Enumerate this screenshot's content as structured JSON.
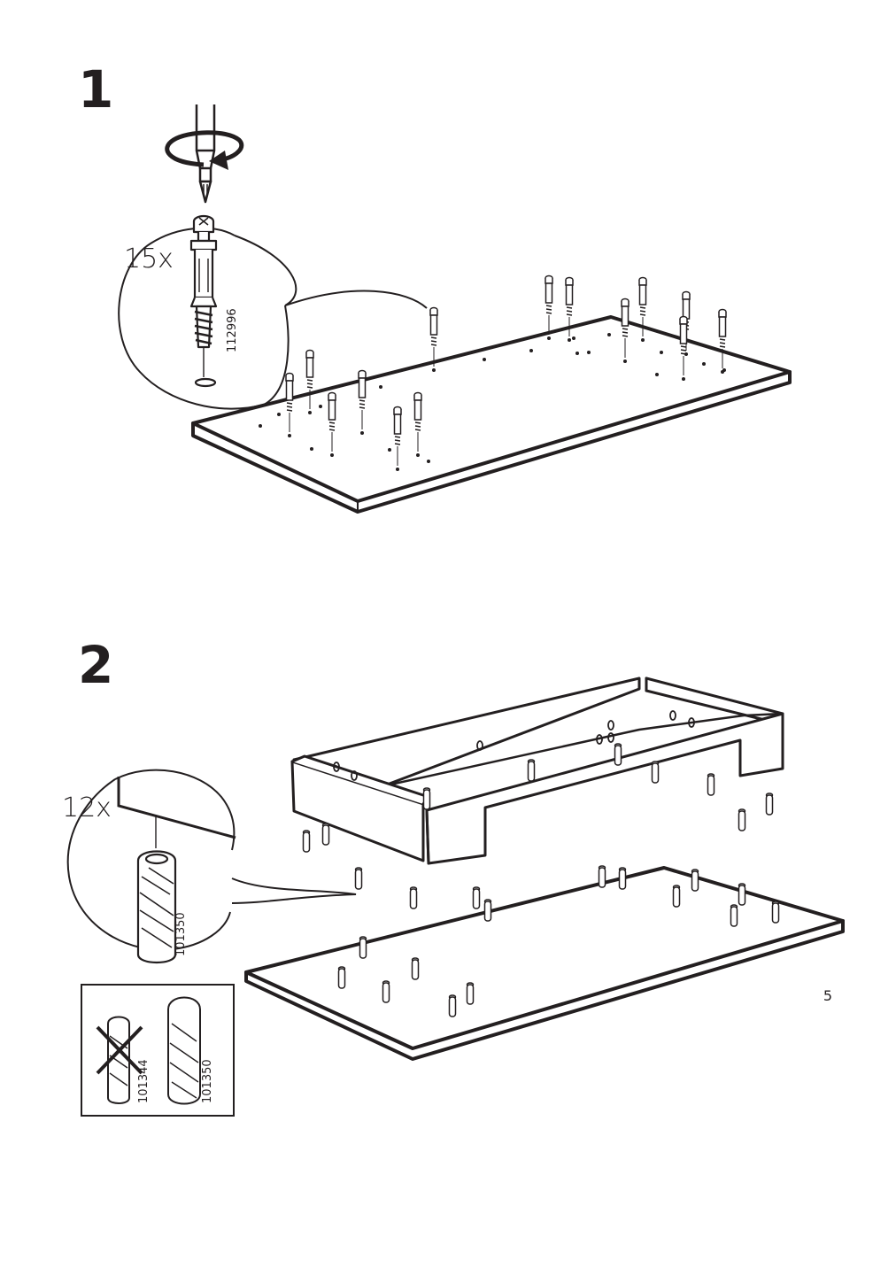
{
  "step1": {
    "number": "1",
    "quantity": "15x",
    "part_number": "112996"
  },
  "step2": {
    "number": "2",
    "quantity": "12x",
    "part_number": "101350",
    "comparison": {
      "wrong_part": "101344",
      "right_part": "101350"
    }
  },
  "page_number": "5",
  "icons": [
    "screwdriver-icon",
    "rotate-arrow-icon",
    "cam-bolt-icon",
    "wooden-dowel-icon",
    "cross-out-icon"
  ]
}
